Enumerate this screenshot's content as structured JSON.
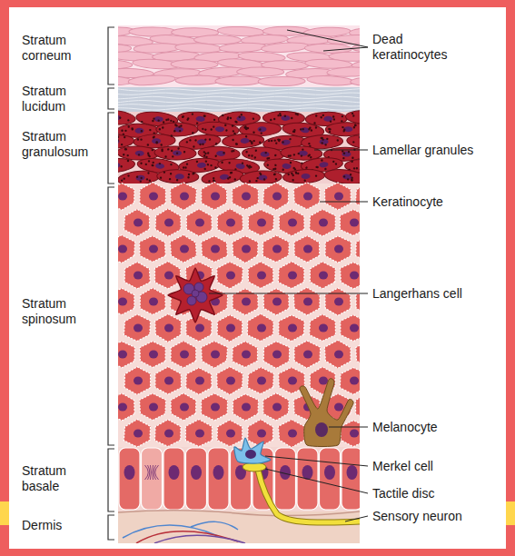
{
  "diagram": {
    "labels": [
      "Stratum corneum",
      "Dead keratinocytes",
      "Stratum lucidum",
      "Stratum granulosum",
      "Lamellar granules",
      "Keratinocyte",
      "Langerhans cell",
      "Stratum spinosum",
      "Melanocyte",
      "Stratum basale",
      "Merkel cell",
      "Tactile disc",
      "Dermis",
      "Sensory neuron"
    ]
  }
}
